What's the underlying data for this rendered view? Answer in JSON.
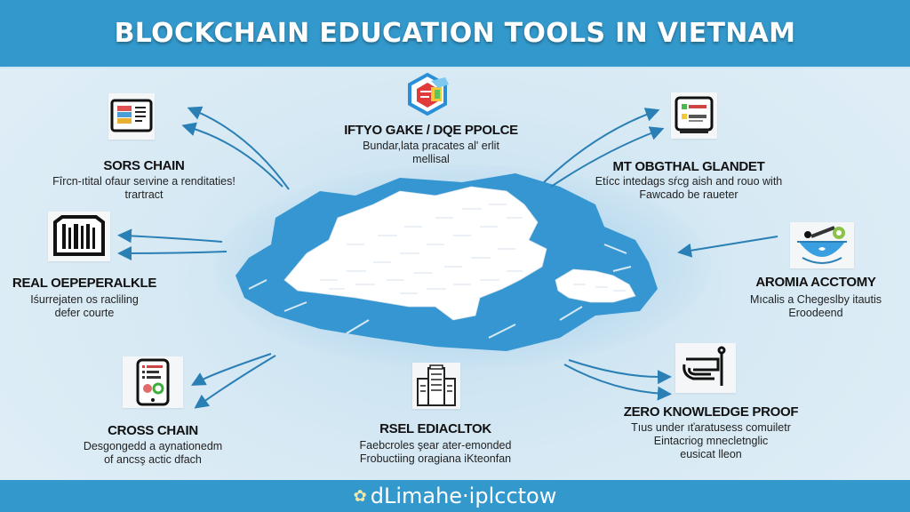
{
  "header": {
    "title": "BLOCKCHAIN EDUCATION TOOLS IN VIETNAM"
  },
  "footer": {
    "logo_icon": "flower-logo-icon",
    "text": "dLimahe·iplcctow"
  },
  "center": {
    "graphic": "vietnam-blockchain-cube-map"
  },
  "colors": {
    "banner": "#3399cc",
    "arrow": "#2a7fb5",
    "map_blue": "#3596d1",
    "background": "#d6e9f4"
  },
  "nodes": [
    {
      "id": "top-left",
      "icon": "tablet-dashboard-icon",
      "title": "SORS CHAIN",
      "desc_lines": [
        "Fîrcn-ıtital ofaur seıvine a renditaties!",
        "trartract"
      ]
    },
    {
      "id": "top-center",
      "icon": "hexagon-cube-logo-icon",
      "title": "IFTYO GAKE / DQE PPOLCE",
      "desc_lines": [
        "Bundar,lata pracates al' erlit",
        "mellisal"
      ]
    },
    {
      "id": "top-right",
      "icon": "monitor-checklist-icon",
      "title": "MT OBGTHAL GLANDET",
      "desc_lines": [
        "Etícc intedags sŕcg aish and rouo with",
        "Fawcado be raueter"
      ]
    },
    {
      "id": "middle-left",
      "icon": "barcode-gate-icon",
      "title": "REAL OEPEPERALKLE",
      "desc_lines": [
        "Iśurrejaten os racliling",
        "defer courte"
      ]
    },
    {
      "id": "middle-right",
      "icon": "bowl-gear-icon",
      "title": "AROMIA ACCTOMY",
      "desc_lines": [
        "Mıcalis a Chegeslby itautis",
        "Eroodeend"
      ]
    },
    {
      "id": "bottom-left",
      "icon": "tablet-chart-icon",
      "title": "CROSS CHAIN",
      "desc_lines": [
        "Desgongedd a aynationedm",
        "of ancsş actic dfach"
      ]
    },
    {
      "id": "bottom-center",
      "icon": "office-buildings-icon",
      "title": "RSEL EDIACLTOK",
      "desc_lines": [
        "Faebcroles şear ater-emonded",
        "Frobuctiing oragiana iKteonfan"
      ]
    },
    {
      "id": "bottom-right",
      "icon": "pipe-hand-icon",
      "title": "ZERO KNOWLEDGE PROOF",
      "desc_lines": [
        "Tıus under ıťaratusess comuiletr",
        "Eintacriog mnecletnglic",
        "eusicat lleon"
      ]
    }
  ]
}
